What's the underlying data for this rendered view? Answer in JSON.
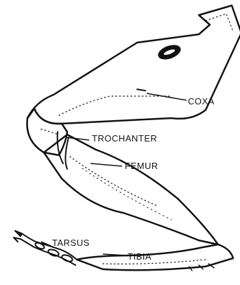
{
  "diagram": {
    "labels": {
      "coxa": "COXA",
      "trochanter": "TROCHANTER",
      "femur": "FEMUR",
      "tarsus": "TARSUS",
      "tibia": "TIBIA"
    },
    "colors": {
      "ink": "#111111",
      "background": "#ffffff"
    }
  }
}
